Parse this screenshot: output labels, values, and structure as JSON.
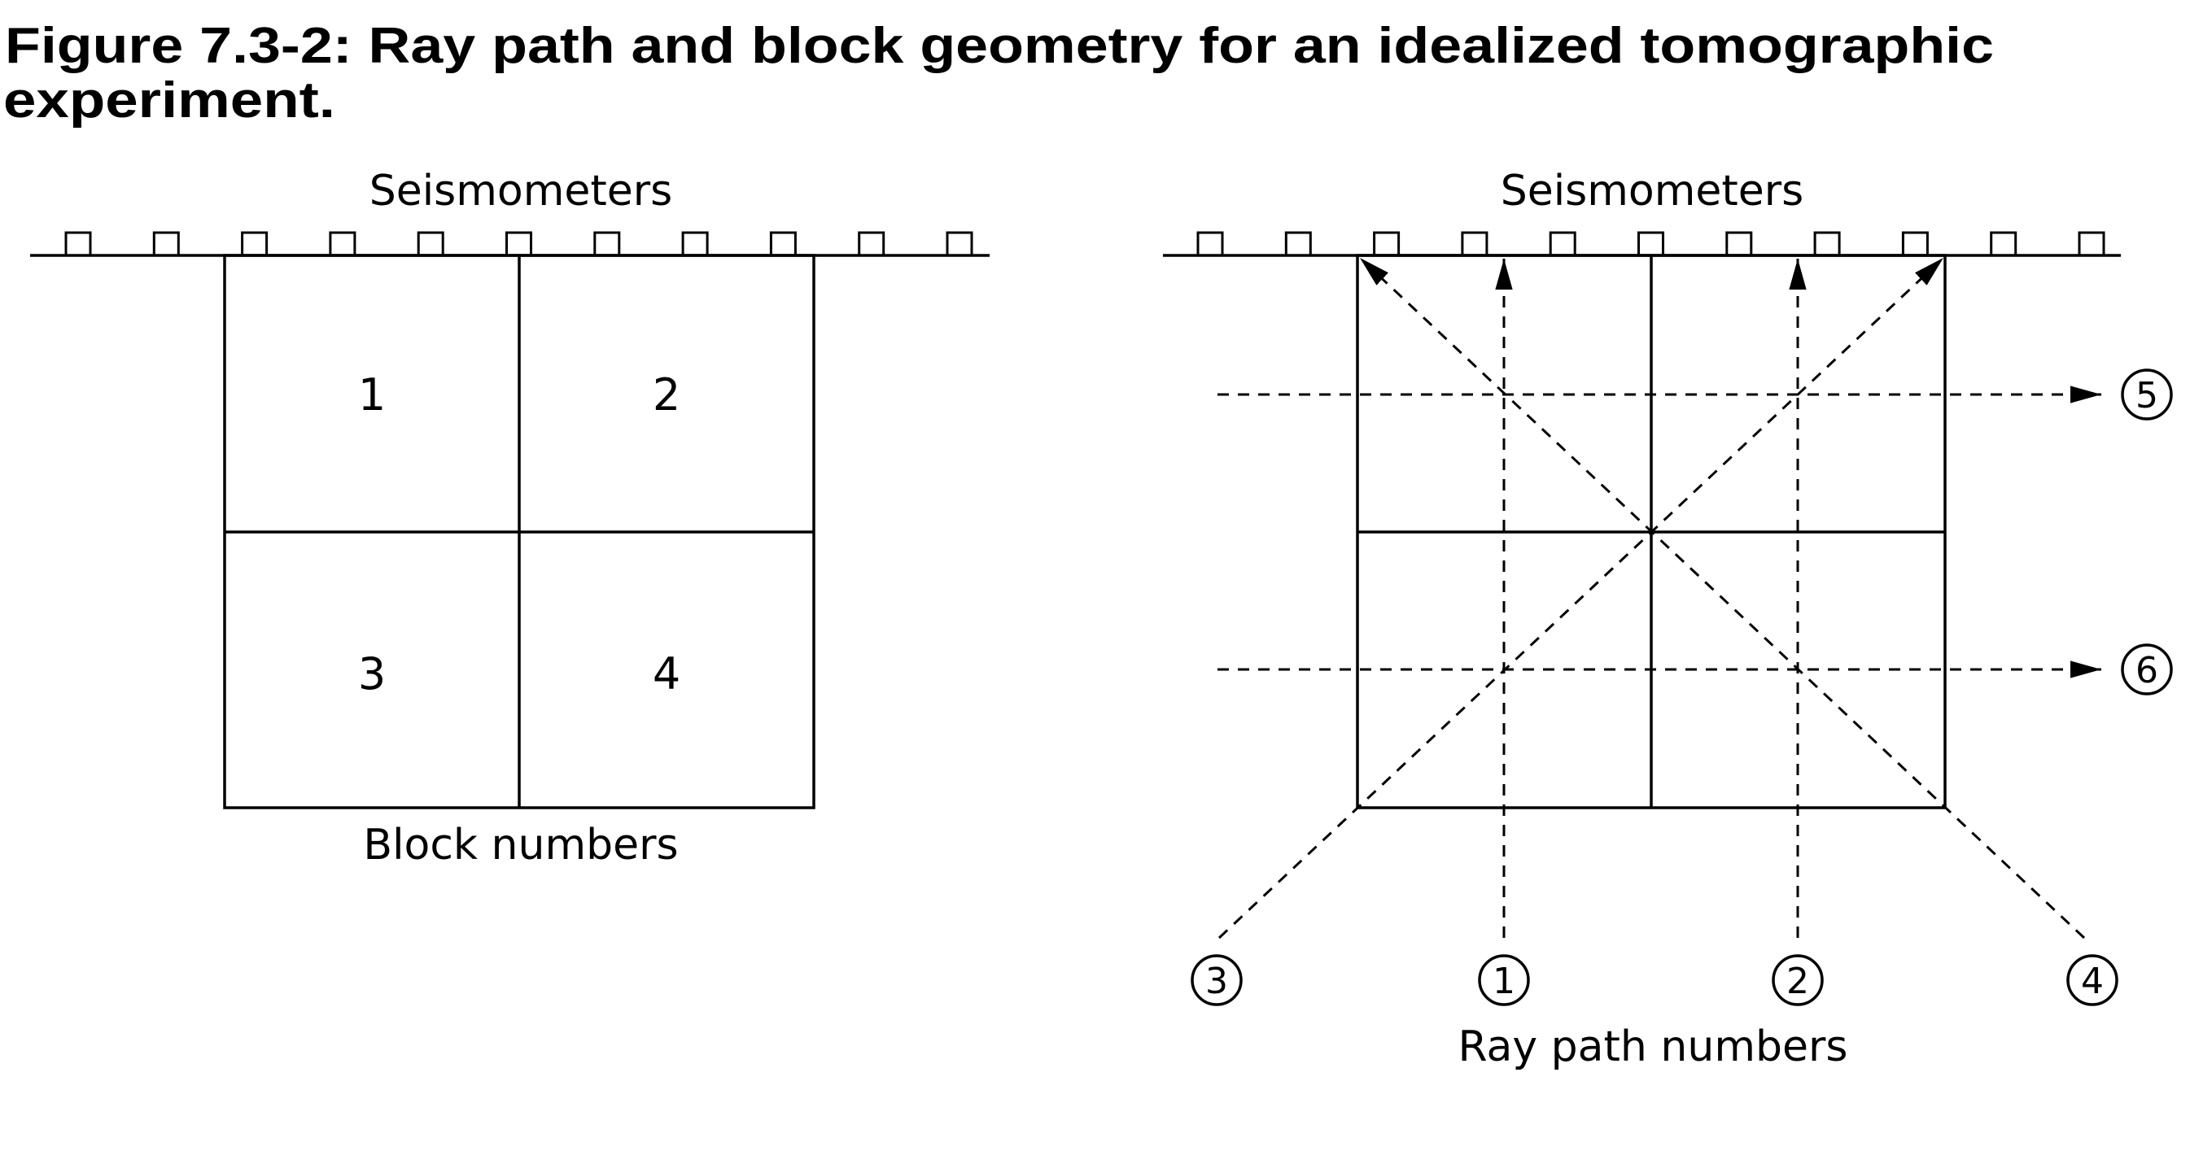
{
  "figure": {
    "title_line1": "Figure 7.3-2: Ray path and block geometry for an idealized tomographic",
    "title_line2": "experiment."
  },
  "left_panel": {
    "top_label": "Seismometers",
    "bottom_label": "Block numbers",
    "seismometer_count": 11,
    "blocks": [
      "1",
      "2",
      "3",
      "4"
    ]
  },
  "right_panel": {
    "top_label": "Seismometers",
    "bottom_label": "Ray path numbers",
    "seismometer_count": 11,
    "rays": {
      "r1": "1",
      "r2": "2",
      "r3": "3",
      "r4": "4",
      "r5": "5",
      "r6": "6"
    }
  }
}
